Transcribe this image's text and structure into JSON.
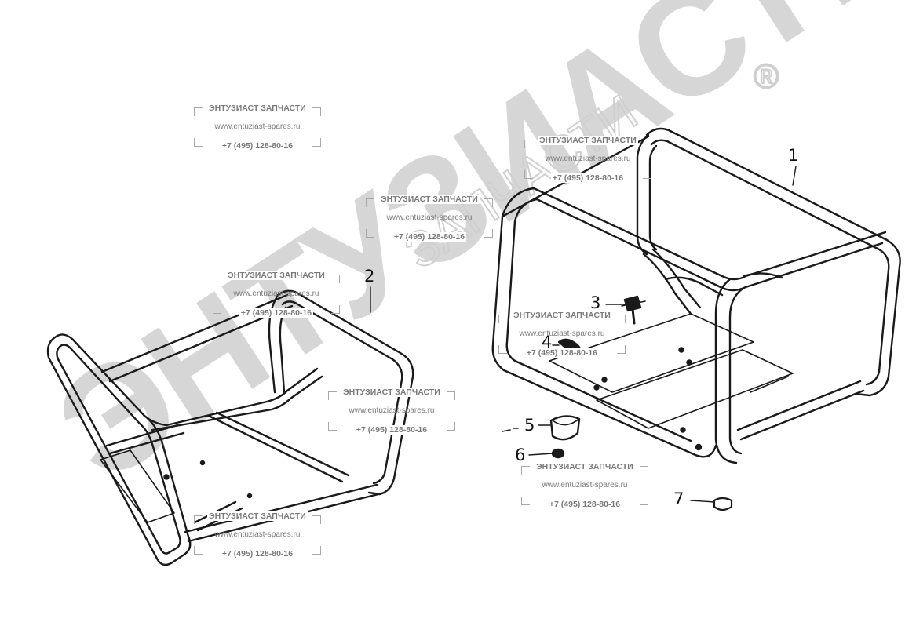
{
  "watermark": {
    "brand_large": "ЭНТУЗИАСТ!",
    "brand_arc": "ЗАПЧАСТИ",
    "registered_mark": "®",
    "stamp": {
      "name": "ЭНТУЗИАСТ ЗАПЧАСТИ",
      "url": "www.entuziast-spares.ru",
      "phone": "+7 (495) 128-80-16"
    }
  },
  "callouts": [
    {
      "id": "1",
      "label": "1"
    },
    {
      "id": "2",
      "label": "2"
    },
    {
      "id": "3",
      "label": "3"
    },
    {
      "id": "4",
      "label": "4"
    },
    {
      "id": "5",
      "label": "5"
    },
    {
      "id": "6",
      "label": "6"
    },
    {
      "id": "7",
      "label": "7"
    }
  ],
  "colors": {
    "line": "#1a1a1a",
    "watermark_big": "#d4d4d4",
    "stamp_text": "#7a7a7a"
  }
}
